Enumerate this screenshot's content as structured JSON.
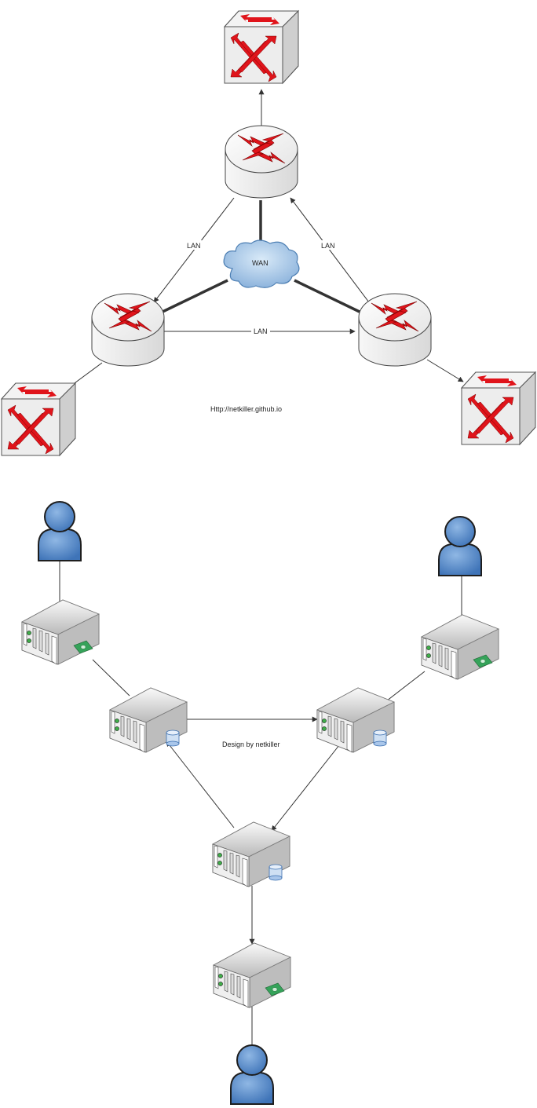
{
  "network_diagram": {
    "wan_label": "WAN",
    "lan_left": "LAN",
    "lan_right": "LAN",
    "lan_bottom": "LAN",
    "credit": "Http://netkiller.github.io"
  },
  "server_diagram": {
    "credit": "Design by netkiller"
  },
  "colors": {
    "arrow_red": "#e0141b",
    "router_body": "#f2f2f2",
    "cloud_blue": "#9ec3e6",
    "user_blue": "#5b8fcf",
    "line": "#333333"
  }
}
